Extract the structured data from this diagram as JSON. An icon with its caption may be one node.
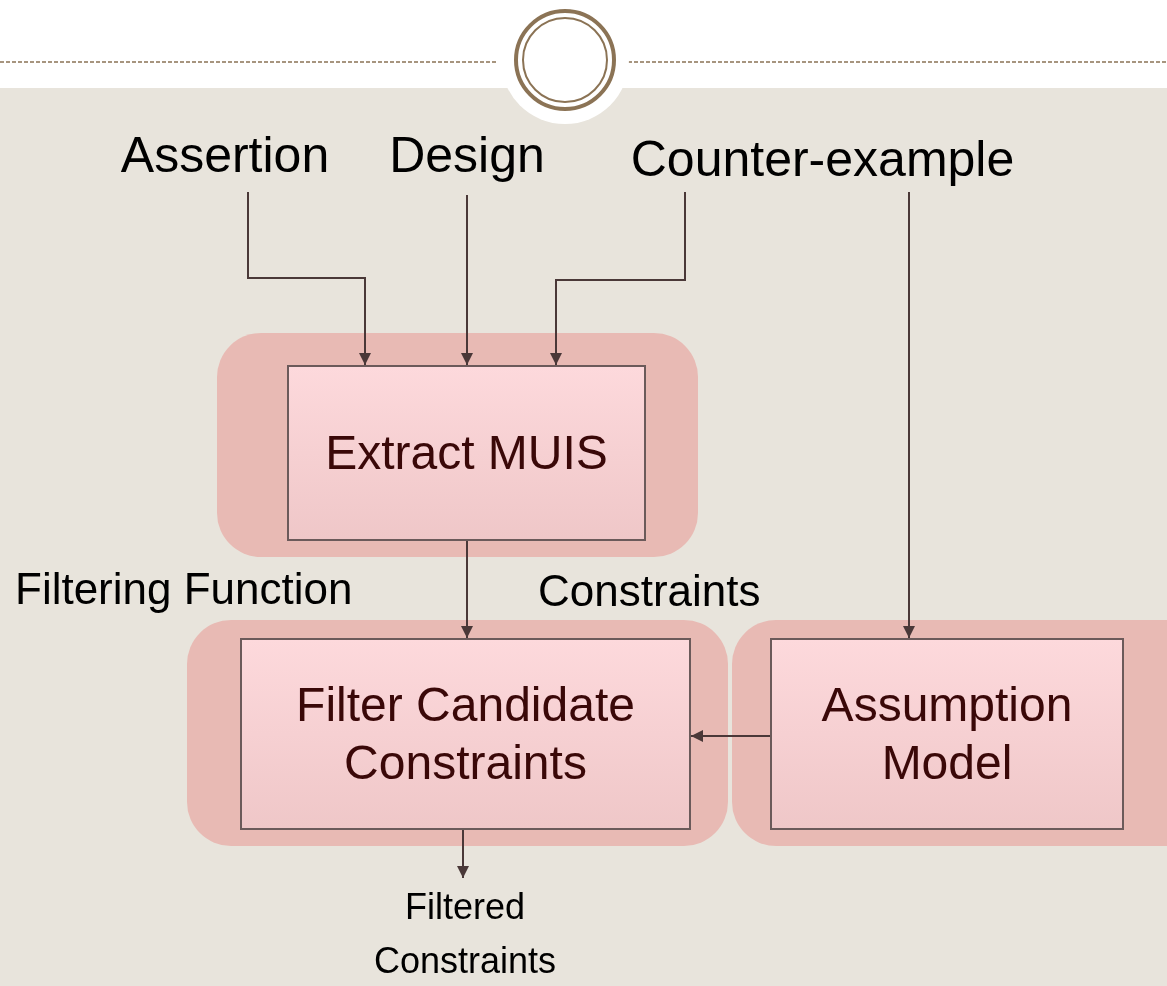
{
  "diagram": {
    "nodes": [
      {
        "text": [
          "Assertion"
        ]
      },
      {
        "text": [
          "Design"
        ]
      },
      {
        "text": [
          "Counter-example"
        ]
      },
      {
        "text": [
          "Extract MUIS"
        ]
      },
      {
        "text": [
          "Filter Candidate Constraints"
        ]
      },
      {
        "text": [
          "Assumption Model"
        ]
      },
      {
        "text": [
          "Filtered Constraints"
        ]
      }
    ],
    "edges": [
      {
        "from": 0,
        "to": 3,
        "arrow": "to"
      },
      {
        "from": 1,
        "to": 3,
        "arrow": "to"
      },
      {
        "from": 2,
        "to": 3,
        "arrow": "to"
      },
      {
        "from": 3,
        "to": 4,
        "arrow": "to"
      },
      {
        "from": 2,
        "to": 5,
        "arrow": "to"
      },
      {
        "from": 5,
        "to": 4,
        "arrow": "to"
      },
      {
        "from": 4,
        "to": 6,
        "arrow": "to"
      }
    ],
    "labels": [
      "Filtering Function",
      "Constraints"
    ]
  }
}
